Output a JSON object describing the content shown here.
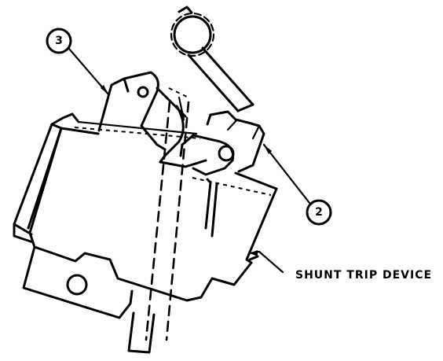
{
  "callouts": [
    {
      "id": "3",
      "label": "3"
    },
    {
      "id": "2",
      "label": "2"
    }
  ],
  "annotations": {
    "device_label": "SHUNT TRIP DEVICE"
  }
}
